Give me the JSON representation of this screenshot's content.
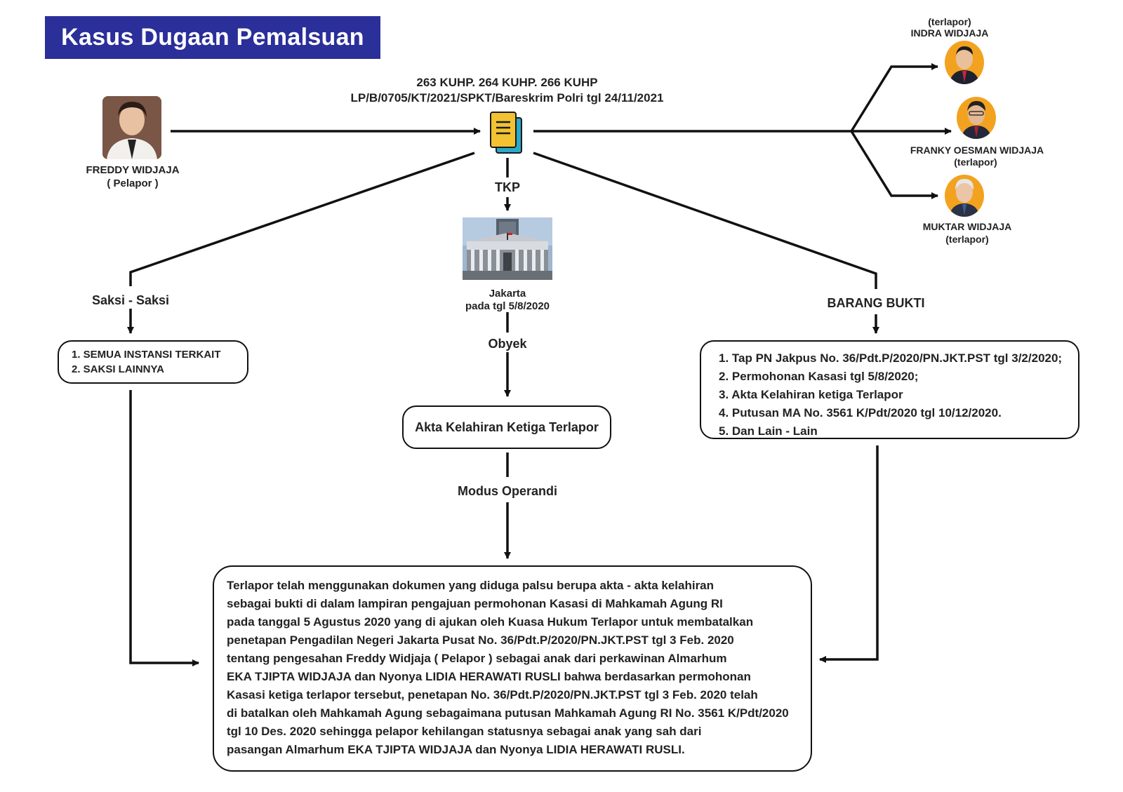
{
  "title": "Kasus Dugaan Pemalsuan",
  "header": {
    "articles": "263 KUHP. 264 KUHP. 266 KUHP",
    "report": "LP/B/0705/KT/2021/SPKT/Bareskrim Polri tgl 24/11/2021"
  },
  "reporter": {
    "name": "FREDDY WIDJAJA",
    "role": "( Pelapor )"
  },
  "reported": [
    {
      "role": "(terlapor)",
      "name": "INDRA WIDJAJA"
    },
    {
      "name": "FRANKY OESMAN WIDJAJA",
      "role": "(terlapor)"
    },
    {
      "name": "MUKTAR WIDJAJA",
      "role": "(terlapor)"
    }
  ],
  "tkp": {
    "label": "TKP",
    "place": "Jakarta",
    "date": "pada tgl 5/8/2020"
  },
  "saksi": {
    "label": "Saksi - Saksi",
    "items": [
      "1. SEMUA INSTANSI TERKAIT",
      "2. SAKSI LAINNYA"
    ]
  },
  "obyek": {
    "label": "Obyek",
    "value": "Akta Kelahiran Ketiga Terlapor"
  },
  "barang_bukti": {
    "label": "BARANG BUKTI",
    "items": [
      "1. Tap PN Jakpus No. 36/Pdt.P/2020/PN.JKT.PST tgl 3/2/2020;",
      "2. Permohonan Kasasi tgl 5/8/2020;",
      "3. Akta Kelahiran ketiga Terlapor",
      "4. Putusan MA No. 3561 K/Pdt/2020 tgl 10/12/2020.",
      "5. Dan Lain - Lain"
    ]
  },
  "modus": {
    "label": "Modus Operandi",
    "lines": [
      "Terlapor telah menggunakan dokumen yang diduga palsu berupa akta - akta kelahiran",
      "sebagai bukti di dalam lampiran pengajuan permohonan Kasasi di Mahkamah Agung RI",
      "pada tanggal 5 Agustus 2020 yang di ajukan oleh Kuasa Hukum Terlapor untuk membatalkan",
      "penetapan Pengadilan Negeri Jakarta Pusat No. 36/Pdt.P/2020/PN.JKT.PST tgl 3 Feb. 2020",
      "tentang pengesahan Freddy Widjaja ( Pelapor ) sebagai anak dari perkawinan Almarhum",
      "EKA TJIPTA WIDJAJA dan Nyonya LIDIA HERAWATI RUSLI bahwa berdasarkan permohonan",
      "Kasasi ketiga terlapor tersebut, penetapan No. 36/Pdt.P/2020/PN.JKT.PST tgl 3 Feb. 2020 telah",
      "di batalkan oleh Mahkamah Agung sebagaimana putusan Mahkamah Agung RI No. 3561 K/Pdt/2020",
      "tgl 10 Des. 2020 sehingga pelapor kehilangan statusnya sebagai anak yang sah dari",
      "pasangan Almarhum EKA TJIPTA WIDJAJA dan Nyonya LIDIA HERAWATI RUSLI."
    ]
  },
  "colors": {
    "banner": "#2b2f9a",
    "doc_icon": "#f2c230",
    "doc_icon_back": "#2aa9c9",
    "avatar_bg": "#f3a21f"
  },
  "icons": [
    "document-icon",
    "court-building-image",
    "person-photo"
  ]
}
